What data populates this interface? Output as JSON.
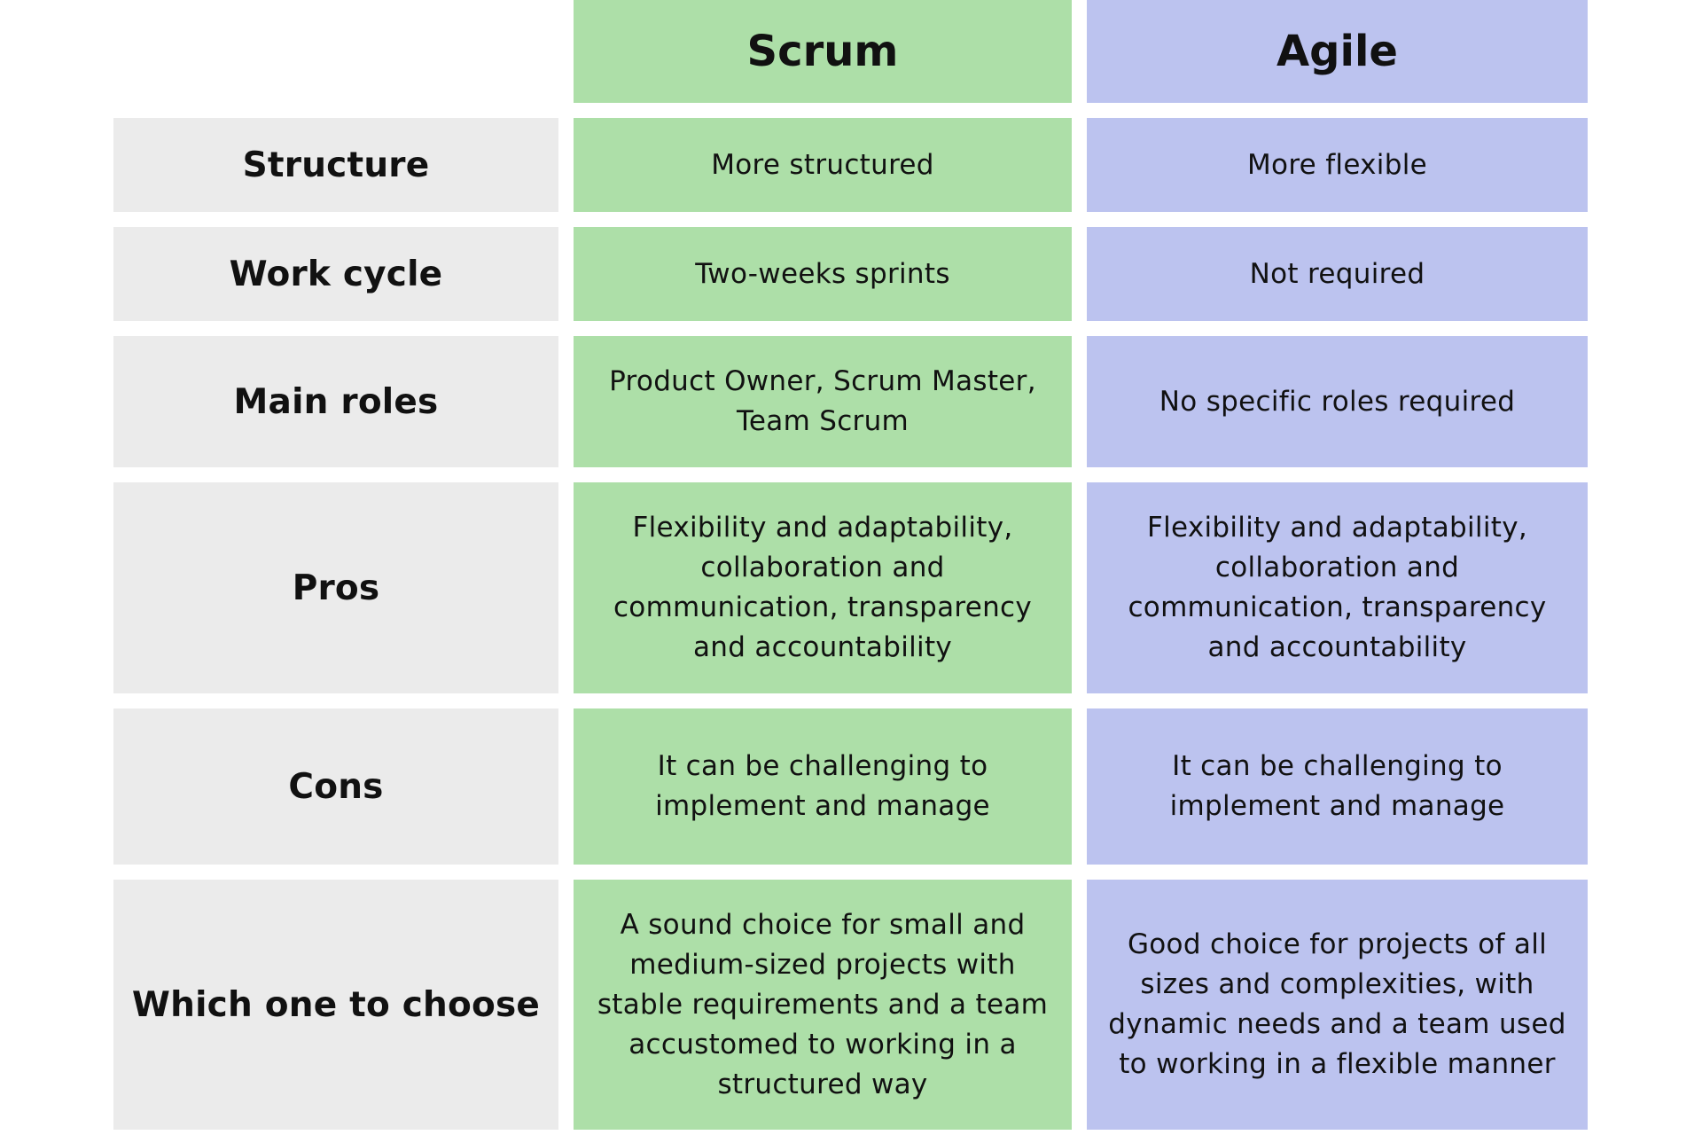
{
  "header": {
    "scrum": "Scrum",
    "agile": "Agile"
  },
  "rows": [
    {
      "label": "Structure",
      "scrum": "More structured",
      "agile": "More flexible"
    },
    {
      "label": "Work cycle",
      "scrum": "Two-weeks sprints",
      "agile": "Not required"
    },
    {
      "label": "Main roles",
      "scrum": "Product Owner, Scrum Master, Team Scrum",
      "agile": "No specific roles required"
    },
    {
      "label": "Pros",
      "scrum": "Flexibility and adaptability, collaboration and communication, transparency and accountability",
      "agile": "Flexibility and adaptability, collaboration and communication, transparency and accountability"
    },
    {
      "label": "Cons",
      "scrum": "It can be challenging to implement and manage",
      "agile": "It can be challenging to implement and manage"
    },
    {
      "label": "Which one to choose",
      "scrum": "A sound choice for small and medium-sized projects with stable requirements and a team accustomed to working in a structured way",
      "agile": "Good choice for projects of all sizes and complexities, with dynamic needs and a team used to working in a flexible manner"
    }
  ],
  "colors": {
    "scrum": "#addfa8",
    "agile": "#bcc3ef",
    "label": "#ebebeb"
  }
}
